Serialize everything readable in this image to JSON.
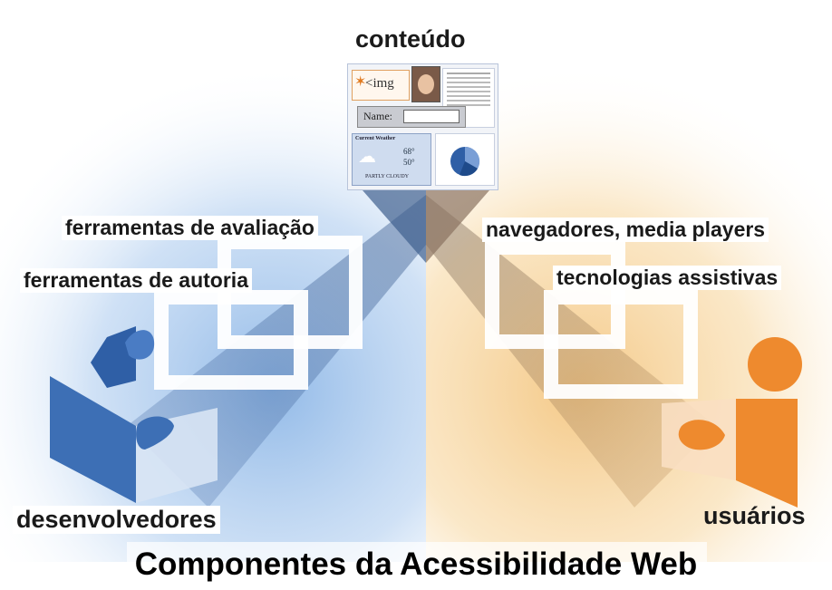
{
  "diagram": {
    "title": "Componentes da Acessibilidade Web",
    "center_label": "conteúdo",
    "left_labels": {
      "evaluation_tools": "ferramentas de avaliação",
      "authoring_tools": "ferramentas de autoria",
      "actor": "desenvolvedores"
    },
    "right_labels": {
      "browsers": "navegadores, media players",
      "assistive": "tecnologias assistivas",
      "actor": "usuários"
    },
    "content_thumbnail": {
      "img_tag": "<img",
      "name_label": "Name:",
      "weather_title": "Current Weather",
      "weather_temp_hi": "68°",
      "weather_temp_lo": "50°",
      "weather_caption": "PARTLY CLOUDY"
    }
  },
  "colors": {
    "left_accent": "#4a7cc4",
    "right_accent": "#ee8a2e",
    "left_glow": "#a9c9ee",
    "right_glow": "#f7d59b"
  }
}
